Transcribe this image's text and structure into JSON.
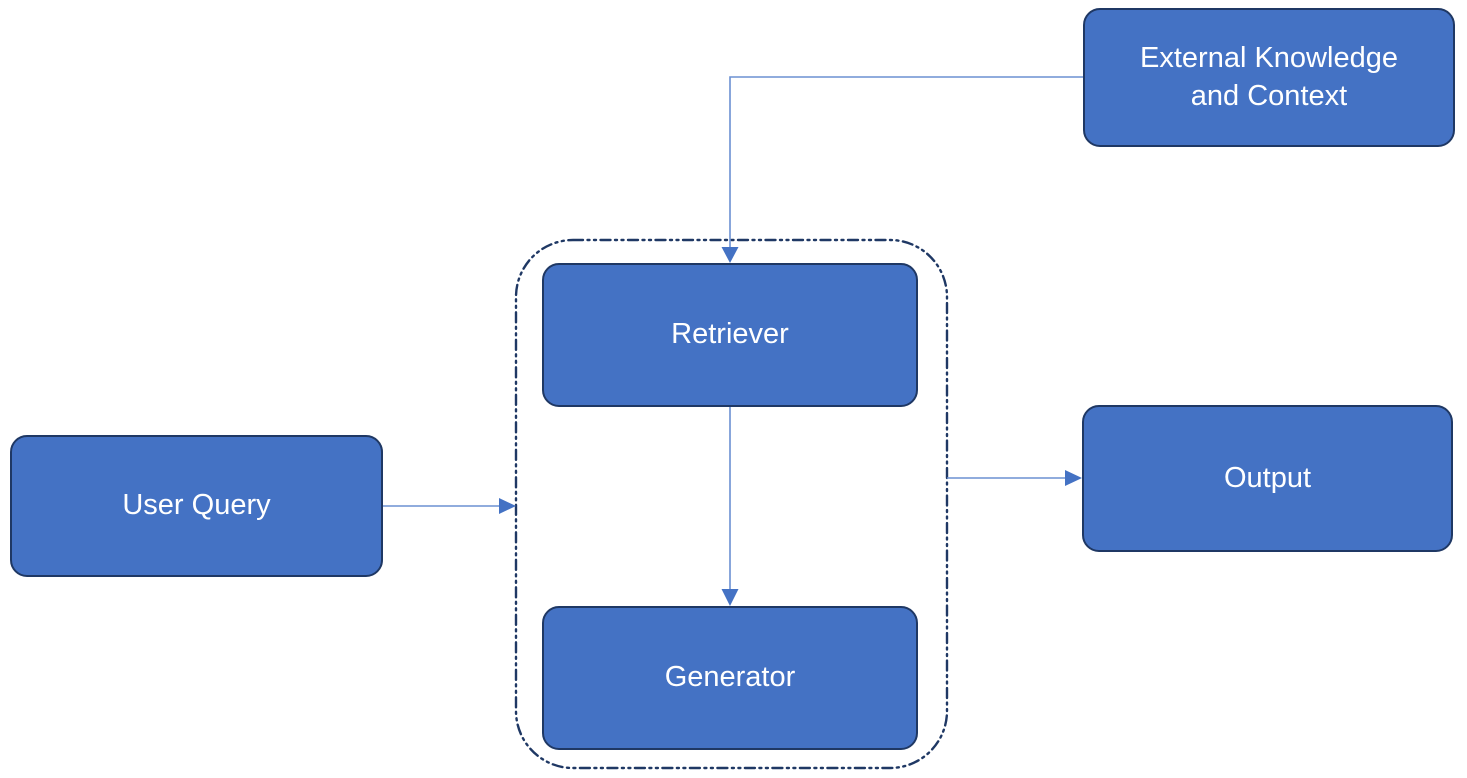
{
  "diagram": {
    "type": "flowchart",
    "nodes": {
      "external_knowledge": {
        "label": "External Knowledge and Context"
      },
      "user_query": {
        "label": "User Query"
      },
      "retriever": {
        "label": "Retriever"
      },
      "generator": {
        "label": "Generator"
      },
      "output": {
        "label": "Output"
      }
    },
    "container": {
      "contains": [
        "retriever",
        "generator"
      ],
      "border_style": "dash-dot-dot"
    },
    "edges": [
      {
        "from": "external_knowledge",
        "to": "retriever",
        "shape": "elbow"
      },
      {
        "from": "user_query",
        "to": "rag_container",
        "shape": "straight"
      },
      {
        "from": "retriever",
        "to": "generator",
        "shape": "straight"
      },
      {
        "from": "rag_container",
        "to": "output",
        "shape": "straight"
      }
    ],
    "colors": {
      "node_fill": "#4472C4",
      "node_border": "#1F3864",
      "container_border": "#1F3864",
      "connector": "#6B90D2",
      "arrowhead": "#4472C4",
      "text": "#FFFFFF",
      "background": "#FFFFFF"
    }
  }
}
